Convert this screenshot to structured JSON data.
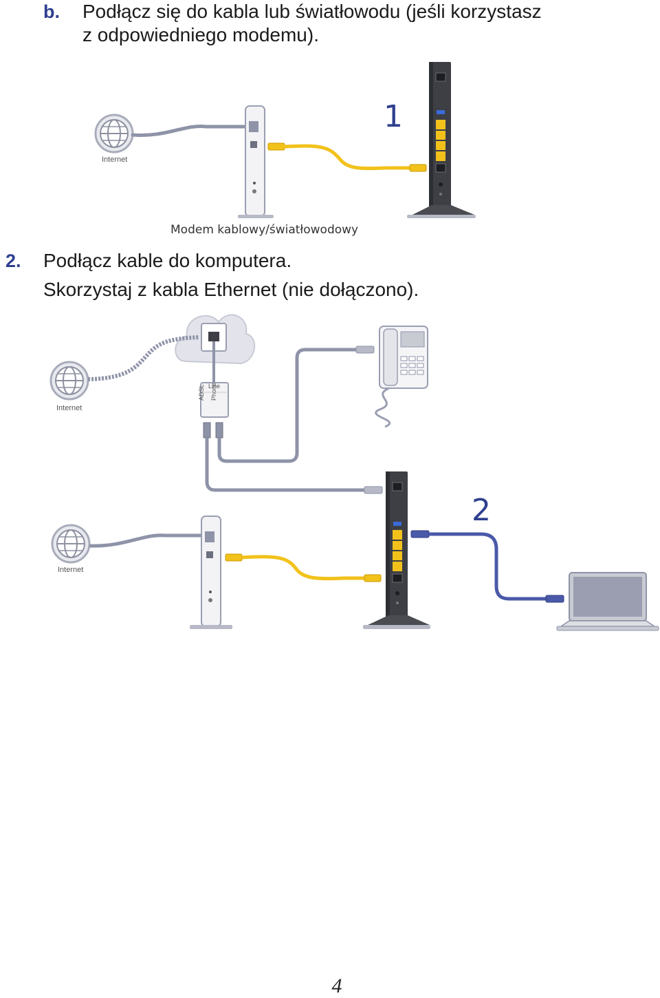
{
  "step_b": {
    "marker": "b.",
    "line1": "Podłącz się do kabla lub światłowodu (jeśli korzystasz",
    "line2": "z odpowiedniego modemu)."
  },
  "diagram1": {
    "internet_label": "Internet",
    "step_number": "1",
    "modem_caption": "Modem kablowy/światłowodowy"
  },
  "step_2": {
    "marker": "2.",
    "line1": "Podłącz kable do komputera.",
    "line2": "Skorzystaj z kabla Ethernet (nie dołączono)."
  },
  "diagram2": {
    "internet_label_top": "Internet",
    "internet_label_bottom": "Internet",
    "splitter_line": "Line",
    "splitter_adsl": "ADSL",
    "splitter_phone": "Phone",
    "step_number": "2"
  },
  "page_number": "4",
  "colors": {
    "ethernet_yellow": "#f2c21b",
    "ethernet_blue": "#4a59a8",
    "cable_gray": "#8e93a8",
    "router_dark": "#3d3f45",
    "accent_blue": "#2f3f8f"
  }
}
